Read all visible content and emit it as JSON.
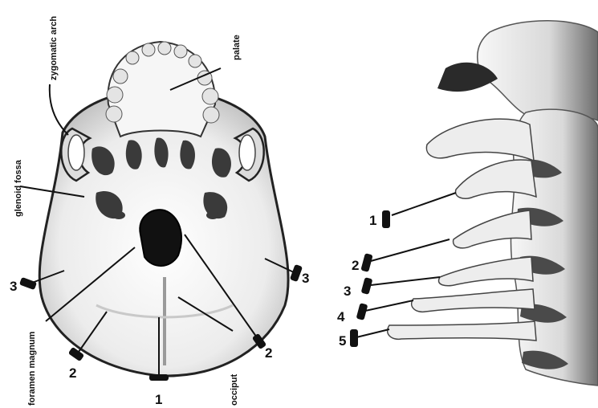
{
  "left_figure": {
    "labels": {
      "zygomatic_arch": "zygomatic arch",
      "palate": "palate",
      "glenoid_fossa": "glenoid fossa",
      "foramen_magnum": "foramen magnum",
      "occiput": "occiput"
    },
    "numbers": {
      "bottom_center": "1",
      "lower_left": "2",
      "lower_right": "2",
      "left_side": "3",
      "right_side": "3"
    }
  },
  "right_figure": {
    "numbers": [
      "1",
      "2",
      "3",
      "4",
      "5"
    ]
  },
  "colors": {
    "bone_light": "#f2f2f2",
    "bone_shadow": "#3a3a3a",
    "ink": "#111111"
  }
}
